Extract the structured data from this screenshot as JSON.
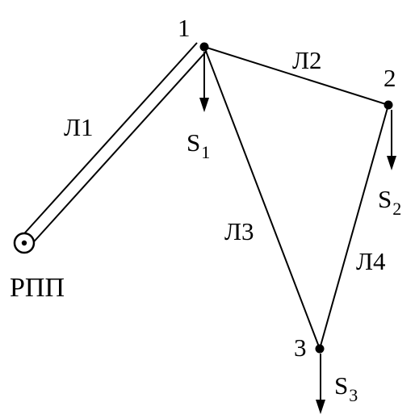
{
  "colors": {
    "ink": "#000000",
    "background": "#ffffff"
  },
  "source": {
    "label": "РПП",
    "icon": "supply-point-icon"
  },
  "nodes": [
    {
      "id": "1",
      "label": "1",
      "load": {
        "symbol": "S",
        "index": "1"
      }
    },
    {
      "id": "2",
      "label": "2",
      "load": {
        "symbol": "S",
        "index": "2"
      }
    },
    {
      "id": "3",
      "label": "3",
      "load": {
        "symbol": "S",
        "index": "3"
      }
    }
  ],
  "lines": [
    {
      "label": "Л1",
      "from": "РПП",
      "to": "1",
      "style": "double"
    },
    {
      "label": "Л2",
      "from": "1",
      "to": "2",
      "style": "single"
    },
    {
      "label": "Л3",
      "from": "1",
      "to": "3",
      "style": "single"
    },
    {
      "label": "Л4",
      "from": "2",
      "to": "3",
      "style": "single"
    }
  ]
}
